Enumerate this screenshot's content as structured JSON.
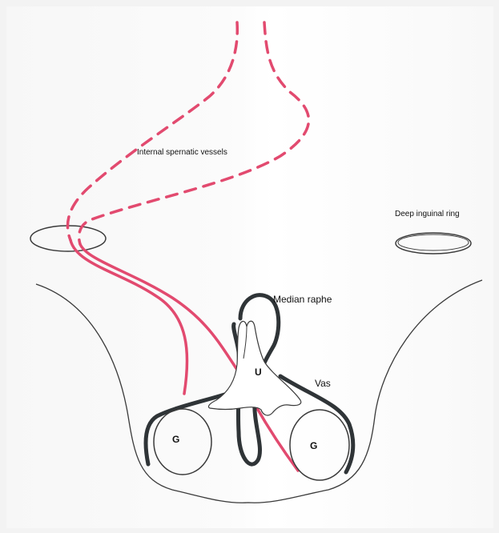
{
  "labels": {
    "internal_spermatic_vessels": "Internal spernatic vessels",
    "deep_inguinal_ring": "Deep inguinal ring",
    "median_raphe": "Median raphe",
    "vas": "Vas",
    "urethra": "U",
    "gonad_left": "G",
    "gonad_right": "G"
  },
  "colors": {
    "vessel": "#e24a6f",
    "outline_thick": "#2f3437",
    "outline_thin": "#3a3a3a",
    "urethra_fill": "#ffffff"
  }
}
